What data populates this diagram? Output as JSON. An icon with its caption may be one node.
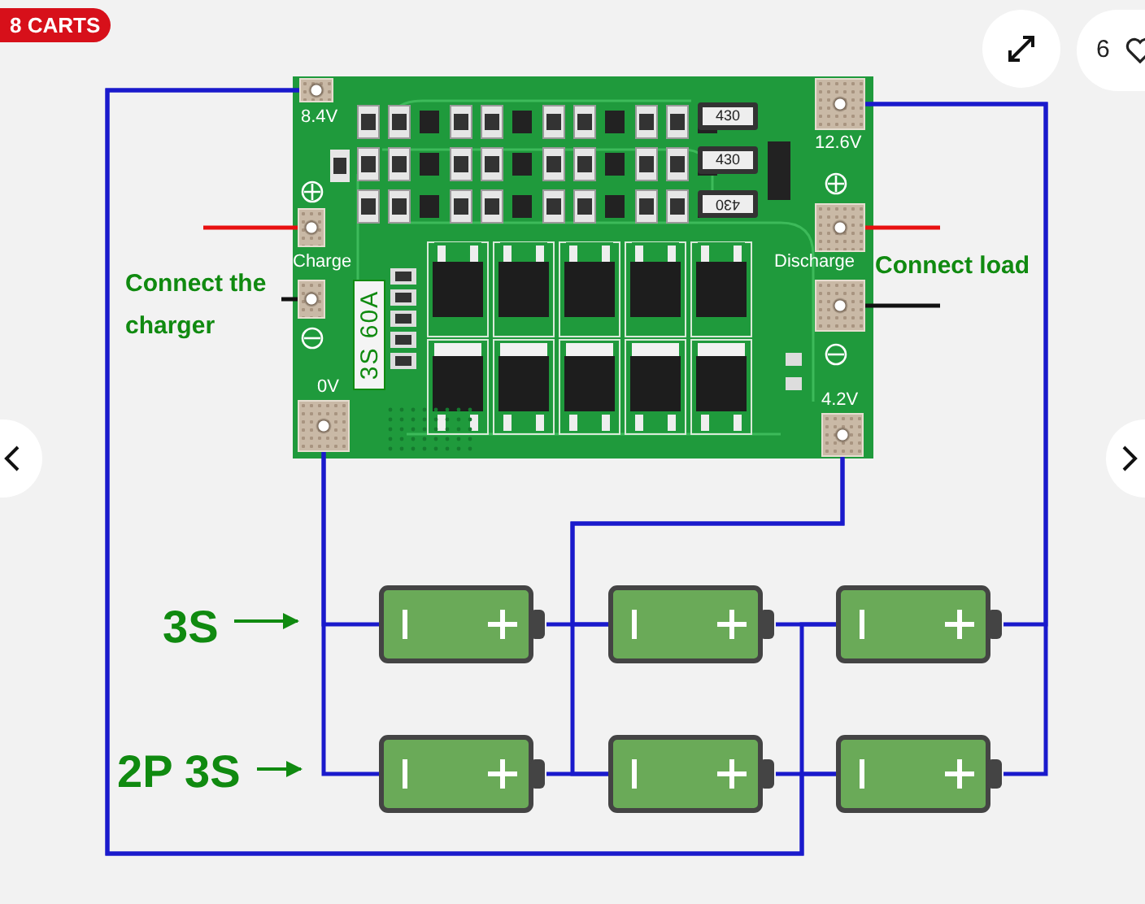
{
  "diagram": {
    "nodes": [
      {
        "text": [],
        "shape": "picture"
      },
      {
        "text": [
          "8.4V"
        ],
        "in": 0
      },
      {
        "text": [
          "12.6V"
        ],
        "in": 0
      },
      {
        "text": [],
        "shape": "box",
        "in": 0
      },
      {
        "text": [],
        "shape": "box",
        "in": 0
      },
      {
        "text": [],
        "shape": "box",
        "in": 0
      },
      {
        "text": [],
        "shape": "box",
        "in": 0
      },
      {
        "text": [
          "0V"
        ],
        "in": 0
      },
      {
        "text": [
          "4.2V"
        ],
        "in": 0
      },
      {
        "text": [],
        "shape": "battery"
      },
      {
        "text": [],
        "shape": "battery"
      },
      {
        "text": [],
        "shape": "battery"
      },
      {
        "text": [],
        "shape": "battery"
      },
      {
        "text": [],
        "shape": "battery"
      },
      {
        "text": [],
        "shape": "battery"
      },
      {
        "text": [
          "3S"
        ]
      },
      {
        "text": [
          "2P 3S"
        ]
      },
      {
        "text": [
          "Connect the charger"
        ]
      }
    ],
    "edges": [
      {
        "from": 1,
        "to": 11,
        "arrow": "none"
      },
      {
        "from": 1,
        "to": 14,
        "arrow": "none"
      },
      {
        "from": 2,
        "to": 11,
        "arrow": "none"
      },
      {
        "from": 2,
        "to": 14,
        "arrow": "none"
      },
      {
        "from": 7,
        "to": 9,
        "arrow": "none"
      },
      {
        "from": 7,
        "to": 12,
        "arrow": "none"
      },
      {
        "from": 8,
        "to": 10,
        "arrow": "none"
      },
      {
        "from": 8,
        "to": 13,
        "arrow": "none"
      },
      {
        "from": 9,
        "to": 10,
        "arrow": "none"
      },
      {
        "from": 10,
        "to": 11,
        "arrow": "none"
      },
      {
        "from": 12,
        "to": 13,
        "arrow": "none"
      },
      {
        "from": 13,
        "to": 14,
        "arrow": "none"
      },
      {
        "from": 3,
        "to": null,
        "arrow": "none",
        "color": "#e81010"
      },
      {
        "from": 4,
        "to": 17,
        "arrow": "none",
        "color": "#111111"
      },
      {
        "from": 5,
        "to": null,
        "arrow": "none",
        "color": "#e81010"
      },
      {
        "from": 6,
        "to": null,
        "arrow": "none",
        "color": "#111111"
      },
      {
        "from": 15,
        "to": null,
        "arrow": "to",
        "color": "#108a10"
      },
      {
        "from": 16,
        "to": null,
        "arrow": "to",
        "color": "#108a10"
      }
    ],
    "labels": [
      "8 CARTS",
      "6",
      "430",
      "430",
      "430",
      "Charge",
      "Discharge",
      "Connect load",
      "3S 60A"
    ]
  }
}
